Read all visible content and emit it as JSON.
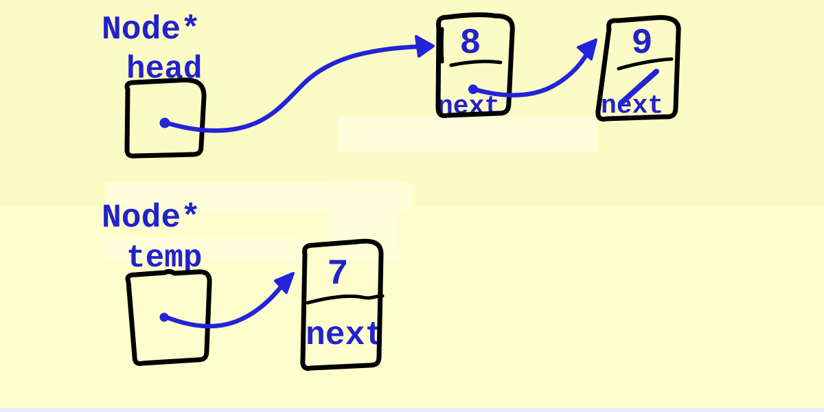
{
  "colors": {
    "background_top": "#FBFBC6",
    "background_bottom": "#FDFDCE",
    "background_patch": "#FEFEDA",
    "bottom_strip": "#ECECF8",
    "text_blue": "#2222CC",
    "arrow_blue": "#2323D8",
    "box_outline": "#000000"
  },
  "pointers": {
    "head": {
      "type_label": "Node*",
      "name": "head"
    },
    "temp": {
      "type_label": "Node*",
      "name": "temp"
    }
  },
  "nodes": {
    "node8": {
      "value": "8",
      "next_label": "next"
    },
    "node9": {
      "value": "9",
      "next_label": "next"
    },
    "node7": {
      "value": "7",
      "next_label": "next"
    }
  }
}
